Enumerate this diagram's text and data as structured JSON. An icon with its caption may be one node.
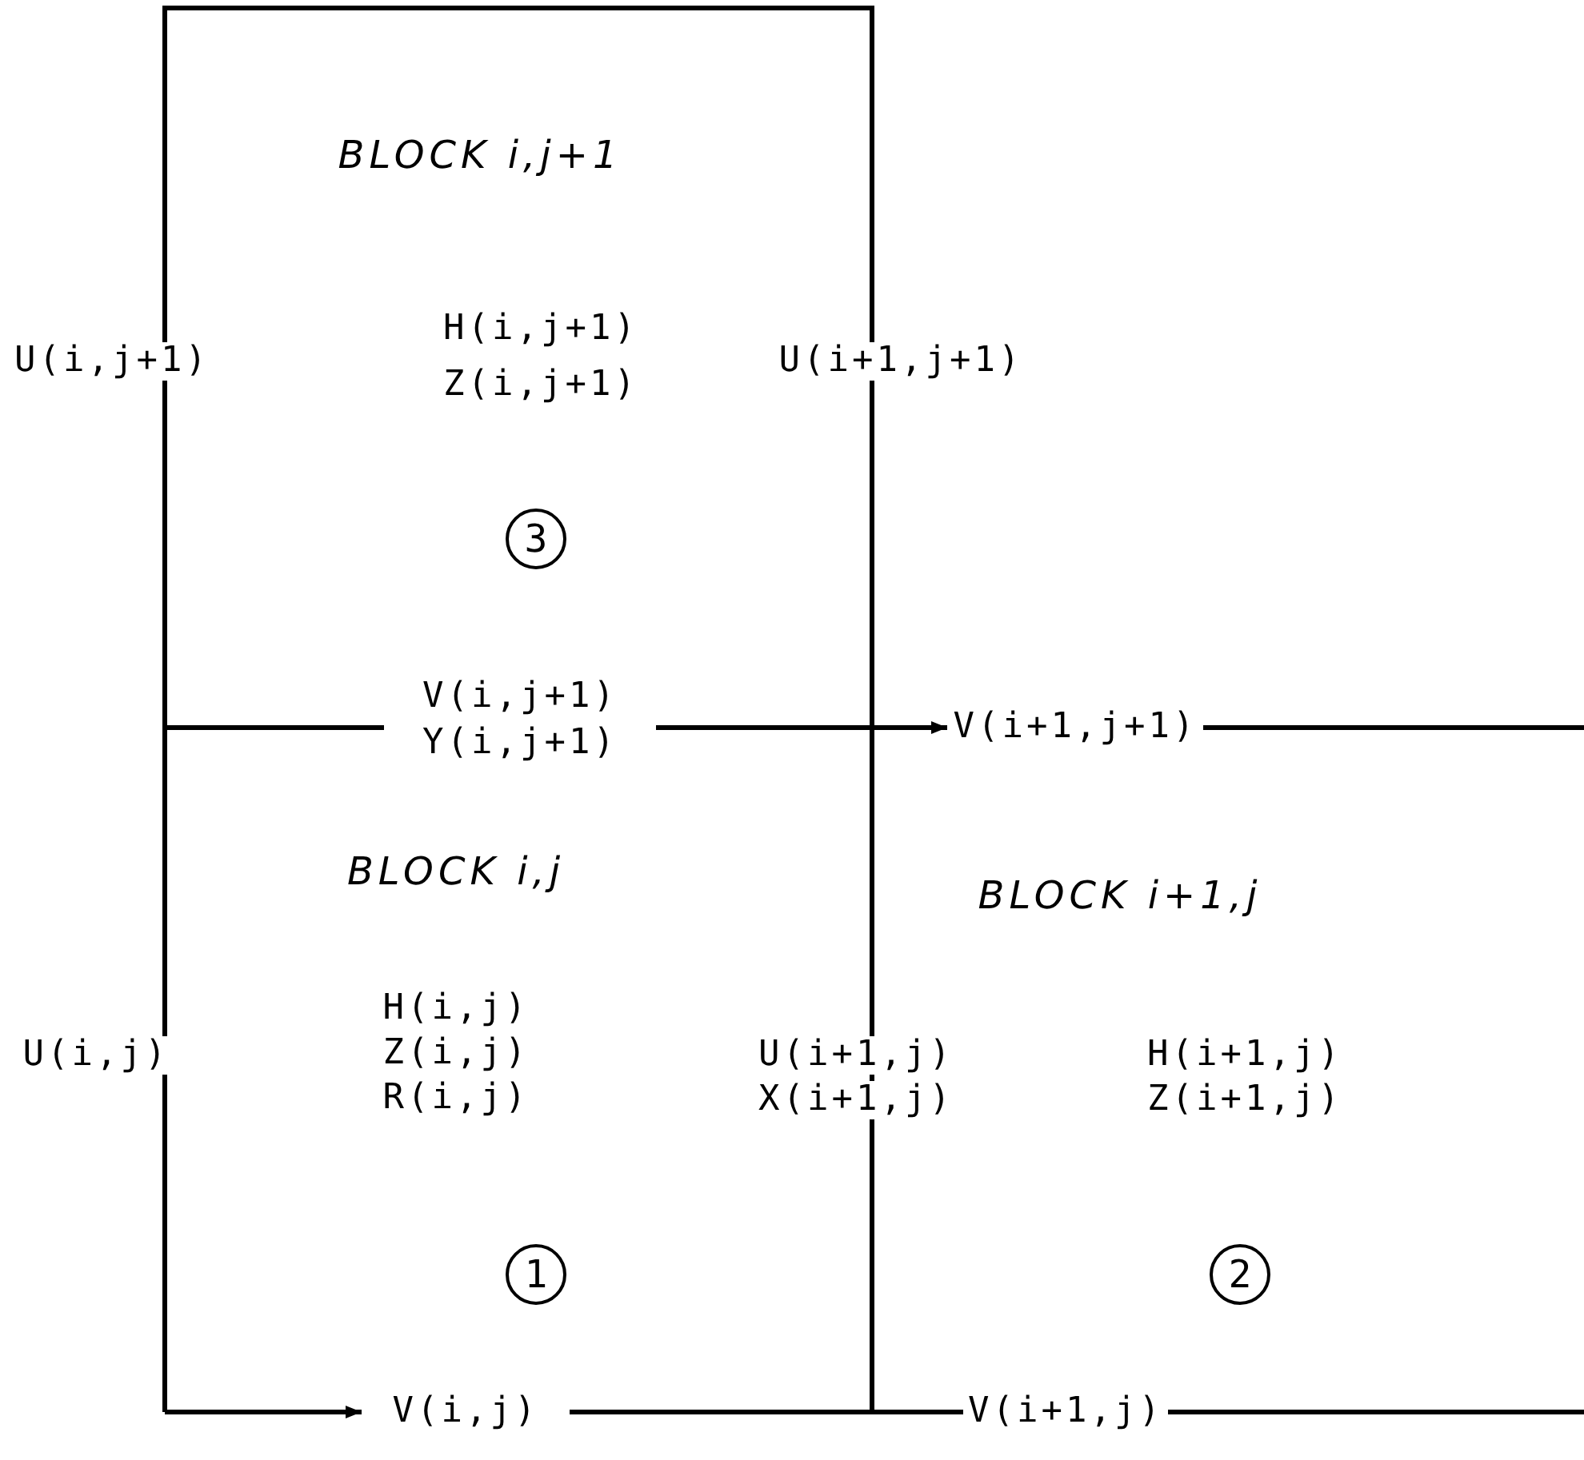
{
  "diagram": {
    "labels": [
      "BLOCK i,j+1",
      "U(i,j+1)",
      "H(i,j+1)",
      "Z(i,j+1)",
      "U(i+1,j+1)",
      "3",
      "V(i,j+1)",
      "Y(i,j+1)",
      "V(i+1,j+1)",
      "BLOCK i,j",
      "BLOCK i+1,j",
      "H(i,j)",
      "Z(i,j)",
      "R(i,j)",
      "U(i,j)",
      "U(i+1,j)",
      "X(i+1,j)",
      "H(i+1,j)",
      "Z(i+1,j)",
      "1",
      "2",
      "V(i,j)",
      "V(i+1,j)"
    ]
  }
}
